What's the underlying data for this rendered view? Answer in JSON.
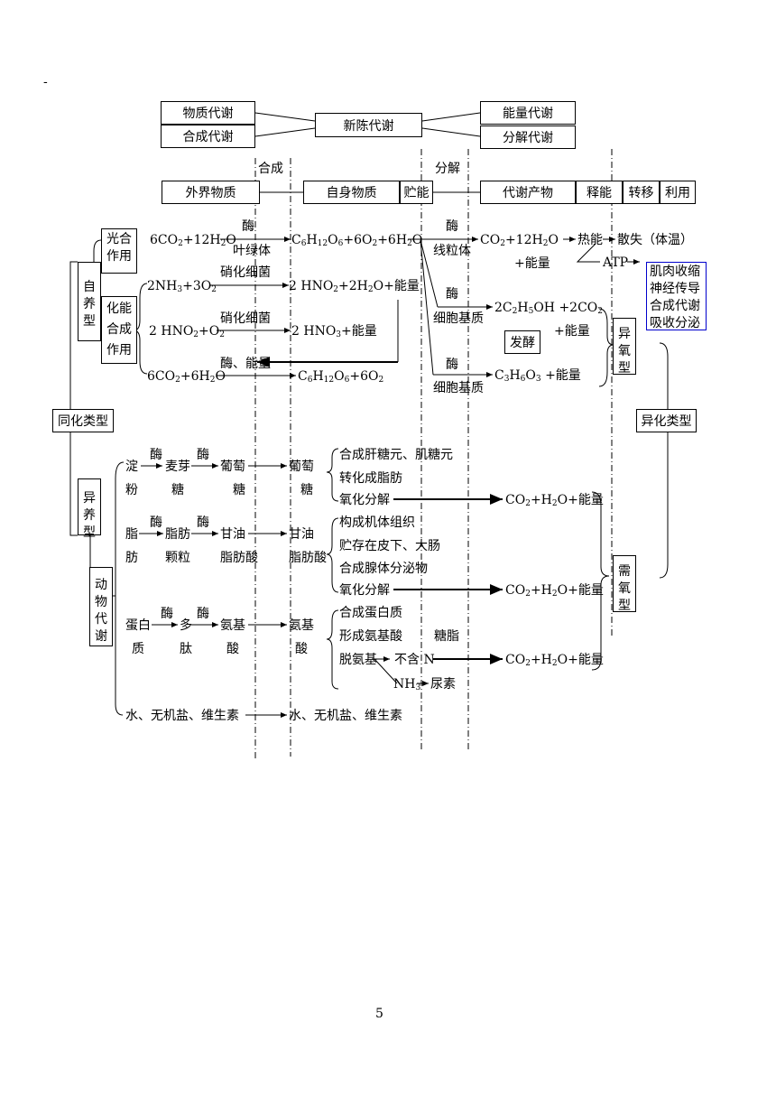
{
  "page_number": "5",
  "top_dot": "-",
  "top": {
    "material": "物质代谢",
    "synthesis": "合成代谢",
    "metabolism": "新陈代谢",
    "energy": "能量代谢",
    "decomposition": "分解代谢"
  },
  "stages": {
    "synth_label": "合成",
    "decomp_label": "分解",
    "external": "外界物质",
    "self": "自身物质",
    "store": "贮能",
    "product": "代谢产物",
    "release": "释能",
    "transfer": "转移",
    "use": "利用"
  },
  "side": {
    "assim_type": "同化类型",
    "dissim_type": "异化类型",
    "autotroph": "自养型",
    "heterotroph": "异养型",
    "photo": "光合作用",
    "chemo": "化能合成作用",
    "animal": "动物代谢",
    "anaerobic": "异氧型",
    "aerobic": "需氧型",
    "ferment": "发酵"
  },
  "photo": {
    "reactant": "6CO2+12H2O",
    "enzyme": "酶",
    "chloroplast": "叶绿体",
    "product": "C6H12O6+6O2+6H2O",
    "enzyme2": "酶",
    "mito": "线粒体",
    "resp": "CO2+12H2O",
    "energy": "+能量",
    "heat": "热能",
    "dissipate": "散失（体温）",
    "atp": "ATP",
    "uses": [
      "肌肉收缩",
      "神经传导",
      "合成代谢",
      "吸收分泌"
    ]
  },
  "chemo": {
    "r1": "2NH3+3O2",
    "bact1": "硝化细菌",
    "p1": "2 HNO2+2H2O+能量",
    "r2": "2 HNO2+O2",
    "bact2": "硝化细菌",
    "p2": "2 HNO3+能量",
    "enz_energy": "酶、能量",
    "r3": "6CO2+6H2O",
    "p3": "C6H12O6+6O2"
  },
  "anaer": {
    "enzyme1": "酶",
    "loc1": "细胞基质",
    "prod1": "2C2H5OH +2CO2",
    "energy": "+能量",
    "enzyme2": "酶",
    "loc2": "细胞基质",
    "prod2": "C3H6O3 +能量"
  },
  "sugar": {
    "enz1": "酶",
    "enz2": "酶",
    "a1": "淀",
    "a2": "粉",
    "b1": "麦芽",
    "b2": "糖",
    "c1": "葡萄",
    "c2": "糖",
    "d1": "葡萄",
    "d2": "糖",
    "fate1": "合成肝糖元、肌糖元",
    "fate2": "转化成脂肪",
    "fate3": "氧化分解",
    "out": "CO2+H2O+能量"
  },
  "fat": {
    "enz1": "酶",
    "enz2": "酶",
    "a1": "脂",
    "a2": "肪",
    "b1": "脂肪",
    "b2": "颗粒",
    "c1": "甘油",
    "c2": "脂肪酸",
    "d1": "甘油",
    "d2": "脂肪酸",
    "fate1": "构成机体组织",
    "fate2": "贮存在皮下、大肠",
    "fate3": "合成腺体分泌物",
    "fate4": "氧化分解",
    "out": "CO2+H2O+能量"
  },
  "protein": {
    "enz1": "酶",
    "enz2": "酶",
    "a1": "蛋白",
    "a2": "质",
    "b1": "多",
    "b2": "肽",
    "c1": "氨基",
    "c2": "酸",
    "d1": "氨基",
    "d2": "酸",
    "fate1": "合成蛋白质",
    "fate2": "形成氨基酸",
    "sugarfat": "糖脂",
    "fate3": "脱氨基",
    "non_n": "不含 N",
    "nh3": "NH3",
    "urea": "尿素",
    "out": "CO2+H2O+能量"
  },
  "water": {
    "left": "水、无机盐、维生素",
    "right": "水、无机盐、维生素"
  }
}
